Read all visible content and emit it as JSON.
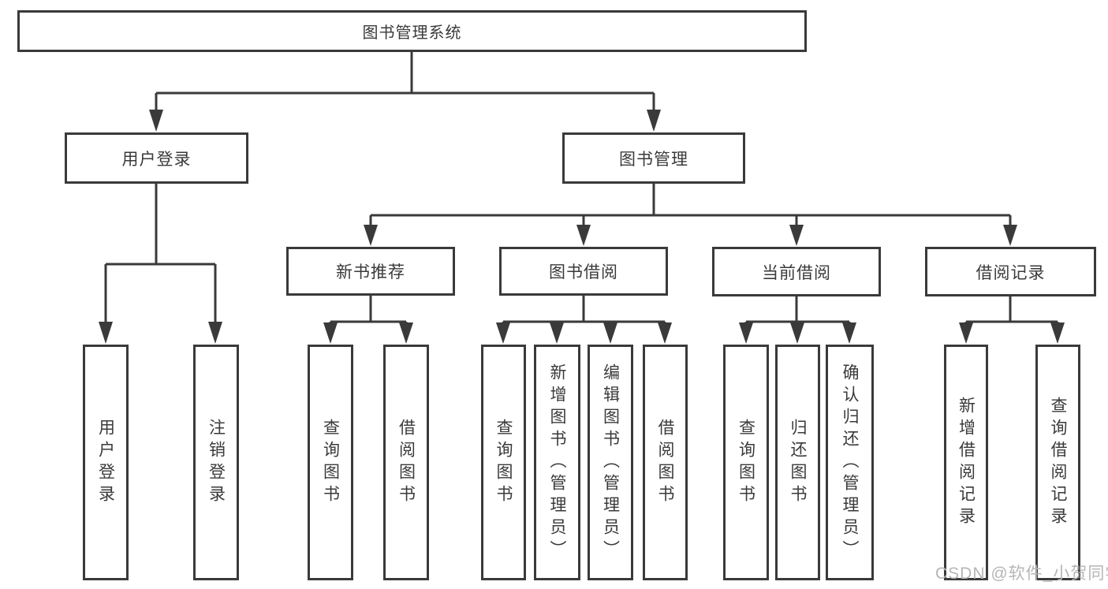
{
  "diagram": {
    "title": "图书管理系统",
    "colors": {
      "line": "#3a3a3a",
      "text": "#3a3a3c",
      "watermark": "#b6b6b6",
      "background": "#ffffff"
    },
    "nodes": {
      "root": "图书管理系统",
      "user_login_branch": "用户登录",
      "book_mgmt_branch": "图书管理",
      "new_book_rec": "新书推荐",
      "book_borrow": "图书借阅",
      "current_borrow": "当前借阅",
      "borrow_records": "借阅记录",
      "leaf_user_login": "用户登录",
      "leaf_logout": "注销登录",
      "leaf_rec_query": "查询图书",
      "leaf_rec_borrow": "借阅图书",
      "leaf_bb_query": "查询图书",
      "leaf_bb_add": "新增图书（管理员）",
      "leaf_bb_edit": "编辑图书（管理员）",
      "leaf_bb_borrow": "借阅图书",
      "leaf_cb_query": "查询图书",
      "leaf_cb_return": "归还图书",
      "leaf_cb_confirm": "确认归还（管理员）",
      "leaf_br_add": "新增借阅记录",
      "leaf_br_query": "查询借阅记录"
    },
    "watermark": "CSDN @软件_小贺同学"
  }
}
